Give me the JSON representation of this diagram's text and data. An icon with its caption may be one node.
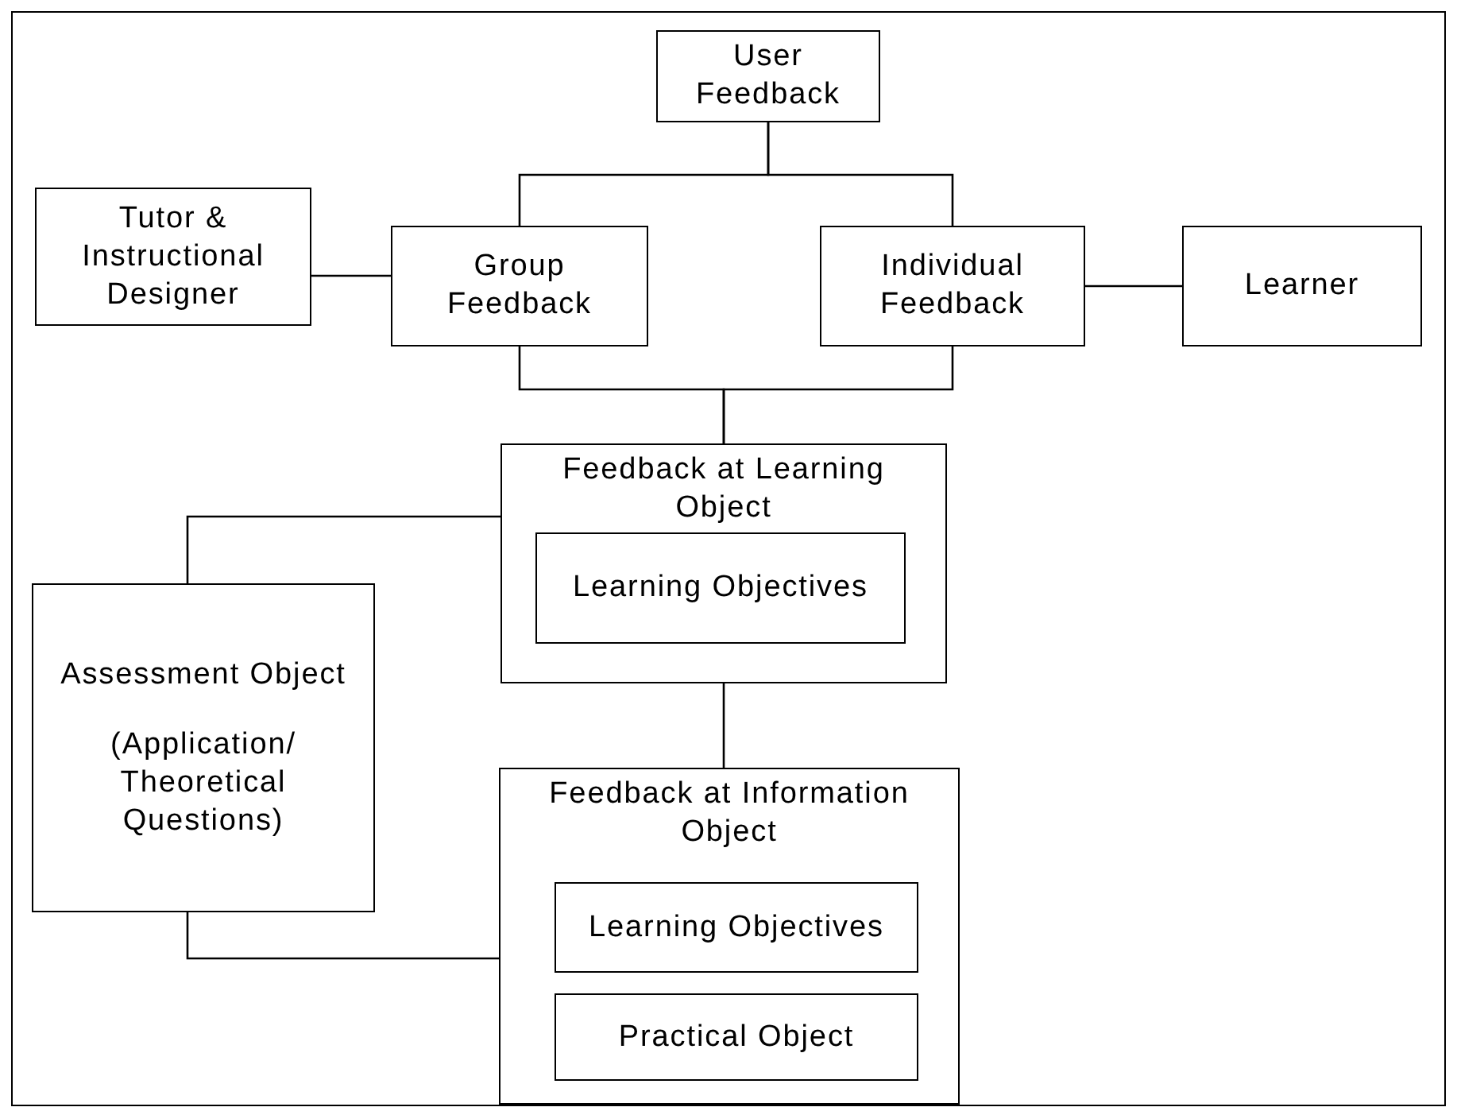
{
  "diagram": {
    "nodes": [
      {
        "text": [
          "User Feedback"
        ]
      },
      {
        "text": [
          "Tutor & Instructional Designer"
        ]
      },
      {
        "text": [
          "Group Feedback"
        ]
      },
      {
        "text": [
          "Individual Feedback"
        ]
      },
      {
        "text": [
          "Learner"
        ]
      },
      {
        "text": [
          "Feedback at Learning Object"
        ]
      },
      {
        "text": [
          "Learning Objectives"
        ],
        "in": 5
      },
      {
        "text": [
          "Assessment Object",
          "(Application/ Theoretical Questions)"
        ]
      },
      {
        "text": [
          "Feedback at Information Object"
        ]
      },
      {
        "text": [
          "Learning Objectives"
        ],
        "in": 8
      },
      {
        "text": [
          "Practical Object"
        ],
        "in": 8
      }
    ],
    "edges": [
      {
        "from": 0,
        "to": 2,
        "arrow": "none"
      },
      {
        "from": 0,
        "to": 3,
        "arrow": "none"
      },
      {
        "from": 1,
        "to": 2,
        "arrow": "none"
      },
      {
        "from": 3,
        "to": 4,
        "arrow": "none"
      },
      {
        "from": 2,
        "to": 5,
        "arrow": "none"
      },
      {
        "from": 3,
        "to": 5,
        "arrow": "none"
      },
      {
        "from": 5,
        "to": 7,
        "arrow": "none"
      },
      {
        "from": 5,
        "to": 8,
        "arrow": "none"
      },
      {
        "from": 7,
        "to": 8,
        "arrow": "none"
      }
    ]
  }
}
